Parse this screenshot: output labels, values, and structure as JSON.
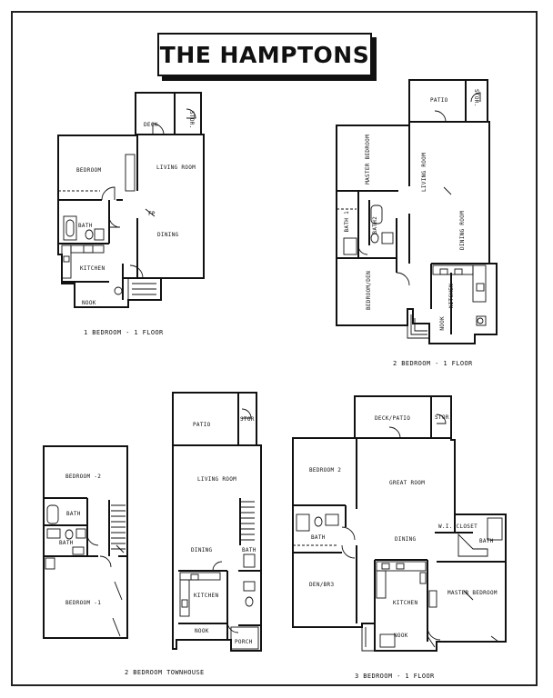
{
  "title": "THE HAMPTONS",
  "plans": {
    "one_bed": {
      "caption": "1 BEDROOM - 1 FLOOR",
      "rooms": {
        "deck": "DECK",
        "stor": "STOR.",
        "bedroom": "BEDROOM",
        "living": "LIVING ROOM",
        "bath": "BATH",
        "dining": "DINING",
        "kitchen": "KITCHEN",
        "nook": "NOOK",
        "fp": "FP"
      }
    },
    "two_bed": {
      "caption": "2 BEDROOM - 1 FLOOR",
      "rooms": {
        "patio": "PATIO",
        "stor": "STOR.",
        "master": "MASTER BEDROOM",
        "living": "LIVING ROOM",
        "dining": "DINING ROOM",
        "bath1": "BATH 1",
        "bath2": "BATH2",
        "den": "BEDROOM/DEN",
        "kitchen": "KITCHEN",
        "nook": "NOOK"
      }
    },
    "townhouse_upper": {
      "rooms": {
        "bedroom2": "BEDROOM -2",
        "bath_a": "BATH",
        "bath_b": "BATH",
        "bedroom1": "BEDROOM -1"
      }
    },
    "townhouse_lower": {
      "caption": "2 BEDROOM TOWNHOUSE",
      "rooms": {
        "patio": "PATIO",
        "stor": "STOR.",
        "living": "LIVING ROOM",
        "dining": "DINING",
        "bath": "BATH",
        "kitchen": "KITCHEN",
        "nook": "NOOK",
        "porch": "PORCH"
      }
    },
    "three_bed": {
      "caption": "3 BEDROOM - 1 FLOOR",
      "rooms": {
        "deck": "DECK/PATIO",
        "stor": "STOR.",
        "bedroom2": "BEDROOM 2",
        "great": "GREAT ROOM",
        "bath": "BATH",
        "dining": "DINING",
        "wic": "W.I. CLOSET",
        "bath2": "BATH",
        "den": "DEN/BR3",
        "kitchen": "KITCHEN",
        "master": "MASTER BEDROOM",
        "nook": "NOOK"
      }
    }
  }
}
